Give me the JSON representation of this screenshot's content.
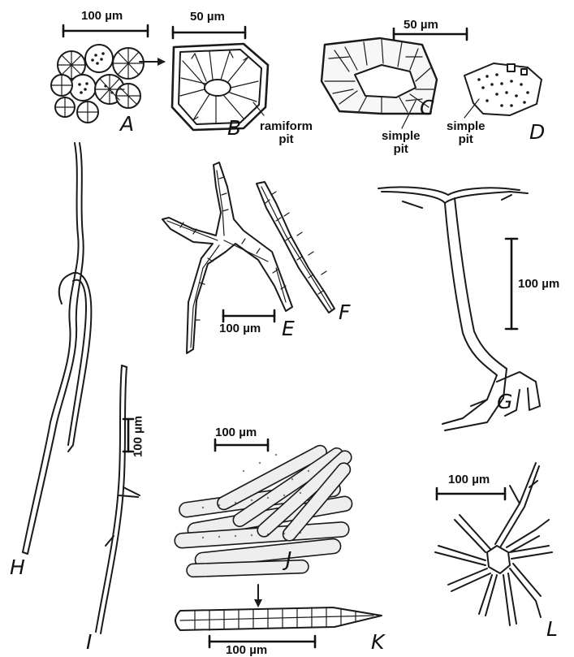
{
  "scale_bars": {
    "A": "100 µm",
    "B": "50 µm",
    "C": "50 µm",
    "E": "100 µm",
    "G": "100 µm",
    "I": "100 µm",
    "J": "100 µm",
    "K": "100 µm",
    "L": "100 µm"
  },
  "annotations": {
    "ramiform_pit": "ramiform\npit",
    "simple_pit_c": "simple\npit",
    "simple_pit_d": "simple\npit"
  },
  "panel_letters": {
    "A": "A",
    "B": "B",
    "C": "C",
    "D": "D",
    "E": "E",
    "F": "F",
    "G": "G",
    "H": "H",
    "I": "I",
    "J": "J",
    "K": "K",
    "L": "L"
  }
}
